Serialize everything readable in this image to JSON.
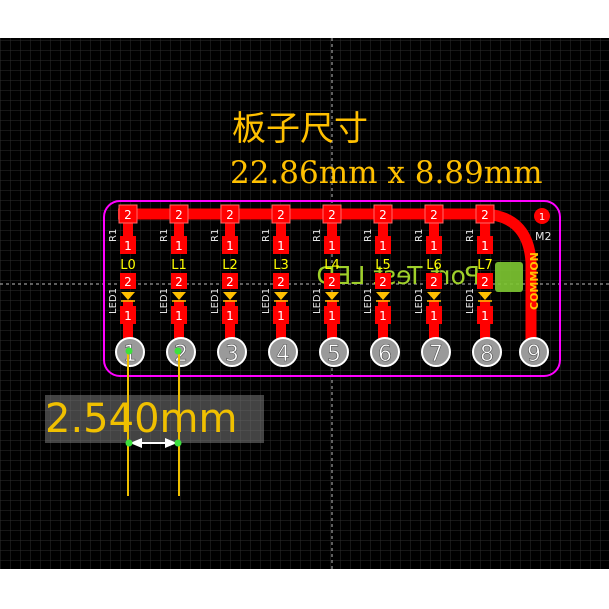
{
  "board": {
    "title_label": "板子尺寸",
    "size_label": "22.86mm x 8.89mm",
    "dimension_label": "2.540mm",
    "mirrored_silk_text": "Port Test LED",
    "connector_designator": "M2",
    "common_label": "COMMON",
    "common_pin_number": "1"
  },
  "columns": [
    {
      "pin": "1",
      "led_label": "L0",
      "resistor_ref": "R1",
      "led_ref": "LED1",
      "pad_top": "2",
      "pad_r": "1",
      "pad_led_top": "2",
      "pad_led_bot": "1"
    },
    {
      "pin": "2",
      "led_label": "L1",
      "resistor_ref": "R1",
      "led_ref": "LED1",
      "pad_top": "2",
      "pad_r": "1",
      "pad_led_top": "2",
      "pad_led_bot": "1"
    },
    {
      "pin": "3",
      "led_label": "L2",
      "resistor_ref": "R1",
      "led_ref": "LED1",
      "pad_top": "2",
      "pad_r": "1",
      "pad_led_top": "2",
      "pad_led_bot": "1"
    },
    {
      "pin": "4",
      "led_label": "L3",
      "resistor_ref": "R1",
      "led_ref": "LED1",
      "pad_top": "2",
      "pad_r": "1",
      "pad_led_top": "2",
      "pad_led_bot": "1"
    },
    {
      "pin": "5",
      "led_label": "L4",
      "resistor_ref": "R1",
      "led_ref": "LED1",
      "pad_top": "2",
      "pad_r": "1",
      "pad_led_top": "2",
      "pad_led_bot": "1"
    },
    {
      "pin": "6",
      "led_label": "L5",
      "resistor_ref": "R1",
      "led_ref": "LED1",
      "pad_top": "2",
      "pad_r": "1",
      "pad_led_top": "2",
      "pad_led_bot": "1"
    },
    {
      "pin": "7",
      "led_label": "L6",
      "resistor_ref": "R1",
      "led_ref": "LED1",
      "pad_top": "2",
      "pad_r": "1",
      "pad_led_top": "2",
      "pad_led_bot": "1"
    },
    {
      "pin": "8",
      "led_label": "L7",
      "resistor_ref": "R1",
      "led_ref": "LED1",
      "pad_top": "2",
      "pad_r": "1",
      "pad_led_top": "2",
      "pad_led_bot": "1"
    }
  ],
  "common_pin": "9",
  "colors": {
    "background": "#000000",
    "grid": "#2e2e2e",
    "trace": "#ff0000",
    "outline": "#ff00ff",
    "silk": "#ffc000",
    "pad_fill": "#9a9a9a",
    "pad_ring": "#ffffff",
    "led_label": "#ffff00",
    "mirrored_silk": "#9fd02a",
    "ref_text": "#e6e6e6",
    "dimension_text": "#f0c000"
  }
}
